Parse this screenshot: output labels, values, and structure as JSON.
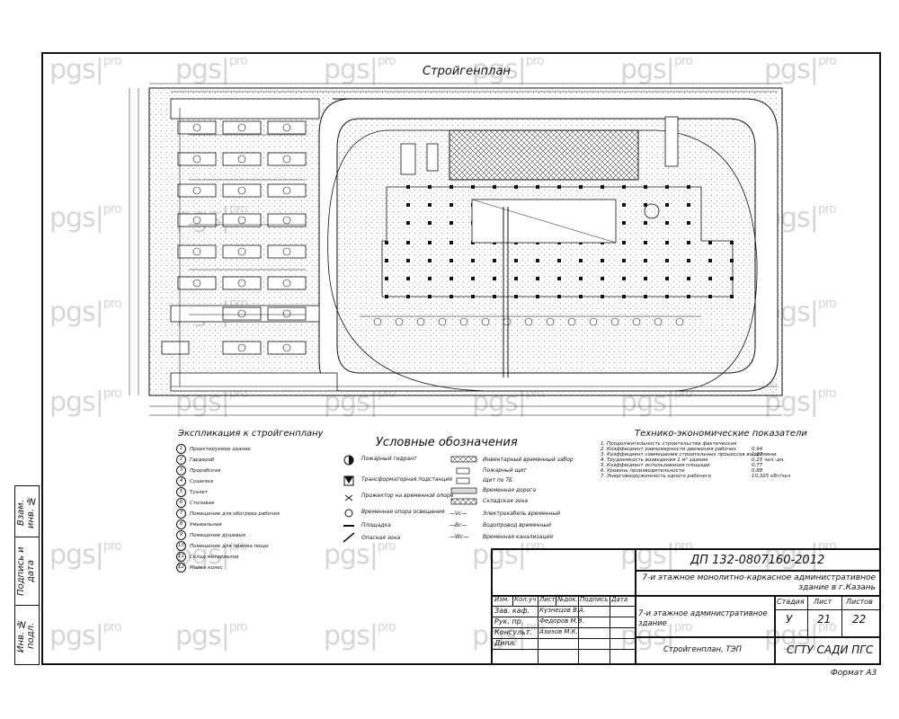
{
  "watermark": {
    "main": "pgs",
    "sep": "|",
    "sub": "pro"
  },
  "drawing": {
    "title": "Стройгенплан",
    "legend_title": "Условные обозначения",
    "explication_title": "Экспликация к стройгенплану",
    "tep_title": "Технико-экономические показатели"
  },
  "side_stamp": {
    "inv_podl": "Инв. № подл.",
    "podpis_data": "Подпись и дата",
    "vzam_inv": "Взам. инв. №"
  },
  "explication": [
    {
      "n": "1",
      "text": "Проектируемое здание"
    },
    {
      "n": "2",
      "text": "Гардероб"
    },
    {
      "n": "3",
      "text": "Прорабская"
    },
    {
      "n": "4",
      "text": "Сушилка"
    },
    {
      "n": "5",
      "text": "Туалет"
    },
    {
      "n": "6",
      "text": "Столовая"
    },
    {
      "n": "7",
      "text": "Помещение для обогрева рабочих"
    },
    {
      "n": "8",
      "text": "Умывальная"
    },
    {
      "n": "9",
      "text": "Помещение душевых"
    },
    {
      "n": "10",
      "text": "Помещение для приема пищи"
    },
    {
      "n": "11",
      "text": "Склад материалов"
    },
    {
      "n": "12",
      "text": "Мойка колес"
    }
  ],
  "legend_left": [
    "Пожарный гидрант",
    "Трансформаторная подстанция",
    "Прожектор на временной опоре",
    "Временная опора освещения",
    "Площадка",
    "Опасная зона"
  ],
  "legend_right": [
    "Инвентарный временный забор",
    "Пожарный щит",
    "Щит по ТБ",
    "Временная дорога",
    "Складская зона",
    "Электрокабель временный",
    "Водопровод временный",
    "Временная канализация"
  ],
  "legend_codes": {
    "power": "—Vc—",
    "water": "—Bc—",
    "sewer": "—Wc—"
  },
  "tep": [
    "1. Продолжительность строительства фактическая",
    "2. Коэффициент равномерности движения рабочих",
    "3. Коэффициент совмещения строительных процессов во времени",
    "4. Трудоемкость возведения 1 м³ здания",
    "5. Коэффициент использования площади",
    "6. Уровень производительности",
    "7. Энерговооруженность одного рабочего"
  ],
  "tep_values": [
    "0,94",
    "1,37",
    "0,25 чел.-дн.",
    "0,77",
    "0,88",
    "10,325 кВт/чел"
  ],
  "title_block": {
    "code": "ДП 132-0807160-2012",
    "project": "7-и этажное монолитно-каркасное административное здание в г.Казань",
    "sheet_name": "7-и этажное административное здание",
    "drawing_name": "Стройгенплан, ТЭП",
    "org": "СГТУ САДИ ПГС",
    "stage_label": "Стадия",
    "sheet_label": "Лист",
    "sheets_label": "Листов",
    "stage": "У",
    "sheet": "21",
    "sheets": "22",
    "cols": [
      "Изм.",
      "Кол.уч",
      "Лист",
      "№док.",
      "Подпись",
      "Дата"
    ],
    "rows": [
      {
        "role": "Зав. каф.",
        "name": "Кузнецов В.А."
      },
      {
        "role": "Рук. пр.",
        "name": "Федоров М.В."
      },
      {
        "role": "Консульт.",
        "name": "Азизов М.К."
      },
      {
        "role": "Дипл.",
        "name": ""
      }
    ]
  },
  "format": "Формат А3"
}
